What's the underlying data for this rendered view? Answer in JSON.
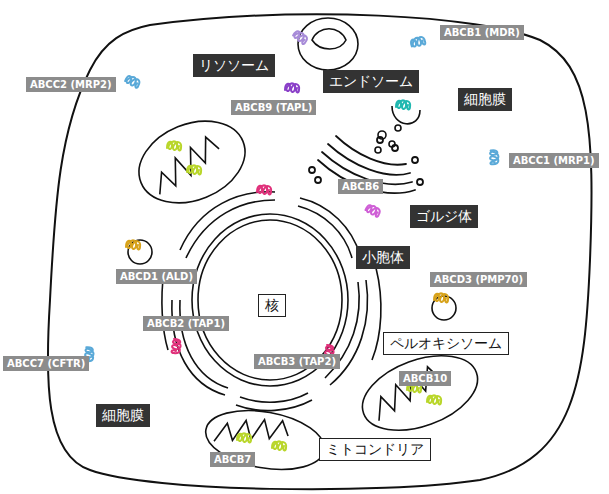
{
  "diagram": {
    "nodes": [
      {
        "text": [
          "ABCB1 (MDR)"
        ]
      },
      {
        "text": [
          "ABCC2 (MRP2)"
        ]
      },
      {
        "text": [
          "リソソーム"
        ]
      },
      {
        "text": [
          "エンドソーム"
        ]
      },
      {
        "text": [
          "ABCB9 (TAPL)"
        ]
      },
      {
        "text": [
          "細胞膜"
        ]
      },
      {
        "text": [
          "ABCC1 (MRP1)"
        ]
      },
      {
        "text": [
          "ABCB6"
        ]
      },
      {
        "text": [
          "ゴルジ体"
        ]
      },
      {
        "text": [
          "小胞体"
        ]
      },
      {
        "text": [
          "ABCD1 (ALD)"
        ]
      },
      {
        "text": [
          "ABCD3 (PMP70)"
        ]
      },
      {
        "text": [
          "核"
        ]
      },
      {
        "text": [
          "ABCB2 (TAP1)"
        ]
      },
      {
        "text": [
          "ペルオキシソーム"
        ]
      },
      {
        "text": [
          "ABCB3 (TAP2)"
        ]
      },
      {
        "text": [
          "ABCC7 (CFTR)"
        ]
      },
      {
        "text": [
          "ABCB10"
        ]
      },
      {
        "text": [
          "細胞膜"
        ]
      },
      {
        "text": [
          "ABCB7"
        ]
      },
      {
        "text": [
          "ミトコンドリア"
        ]
      }
    ]
  }
}
